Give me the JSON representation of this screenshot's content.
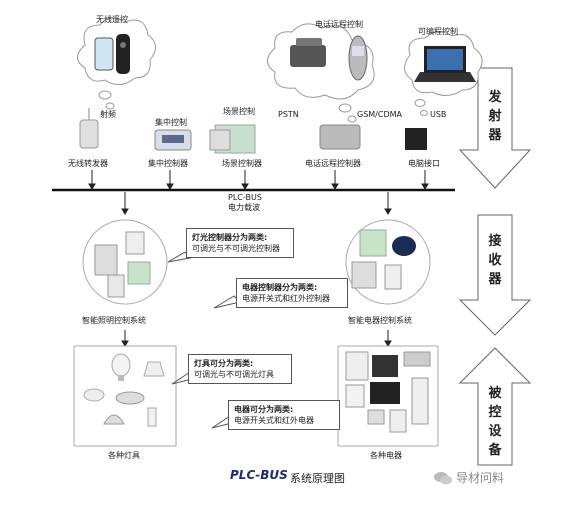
{
  "top": {
    "cloud_wireless": "无线遥控",
    "cloud_phone": "电话远程控制",
    "cloud_pc": "可编程控制",
    "rf_label": "射频",
    "pstn_label": "PSTN",
    "gsm_label": "GSM/CDMA",
    "usb_label": "USB",
    "central_small": "集中控制",
    "scene_small": "场景控制",
    "dev_wireless_tx": "无线转发器",
    "dev_central": "集中控制器",
    "dev_scene": "场景控制器",
    "dev_phone_ctrl": "电话远程控制器",
    "dev_pc_port": "电脑接口"
  },
  "bus": {
    "line1": "PLC-BUS",
    "line2": "电力载波"
  },
  "mid": {
    "lighting_system": "智能照明控制系统",
    "appliance_system": "智能电器控制系统",
    "bubble1_title": "灯光控制器分为两类:",
    "bubble1_text": "可调光与不可调光控制器",
    "bubble2_title": "电器控制器分为两类:",
    "bubble2_text": "电源开关式和红外控制器"
  },
  "bottom": {
    "lamps": "各种灯具",
    "appliances": "各种电器",
    "bubble3_title": "灯具可分为两类:",
    "bubble3_text": "可调光与不可调光灯具",
    "bubble4_title": "电器可分为两类:",
    "bubble4_text": "电源开关式和红外电器"
  },
  "side": {
    "transmitter": "发射器",
    "receiver": "接收器",
    "controlled": "被控设备"
  },
  "footer": {
    "logo": "PLC-BUS",
    "caption": "系统原理图",
    "watermark": "导材问料"
  }
}
